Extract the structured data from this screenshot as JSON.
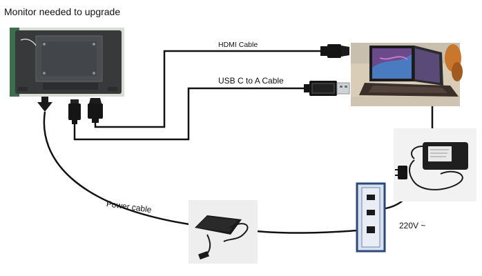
{
  "title": "Monitor needed to upgrade",
  "cables": {
    "hdmi": "HDMI Cable",
    "usb": "USB C to A Cable",
    "power": "Power cable"
  },
  "voltage": "220V ~",
  "colors": {
    "cable": "#111111",
    "outlet_border": "#2b4a7a",
    "outlet_fill": "#e4ecf6",
    "monitor_body": "#3a3c3e",
    "laptop_screen": "#6a4a8a"
  },
  "icons": [
    "monitor-back-image",
    "laptop-image",
    "power-adapter-image",
    "wall-outlet-image",
    "hdmi-plug-icon",
    "usb-a-plug-icon",
    "arrow-down-icon"
  ]
}
